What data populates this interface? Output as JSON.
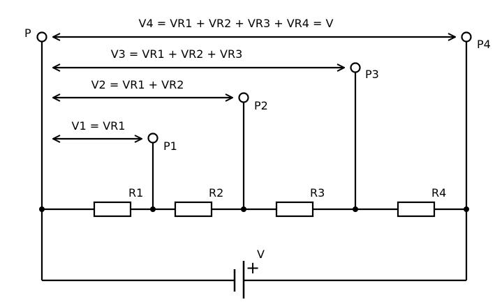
{
  "terminals": {
    "p": "P",
    "p1": "P1",
    "p2": "P2",
    "p3": "P3",
    "p4": "P4"
  },
  "resistors": {
    "r1": "R1",
    "r2": "R2",
    "r3": "R3",
    "r4": "R4"
  },
  "battery": {
    "label": "V",
    "polarity": "+"
  },
  "equations": {
    "v1": "V1 = VR1",
    "v2": "V2 = VR1 + VR2",
    "v3": "V3 = VR1 + VR2 + VR3",
    "v4": "V4 = VR1 + VR2 + VR3 + VR4 = V"
  }
}
